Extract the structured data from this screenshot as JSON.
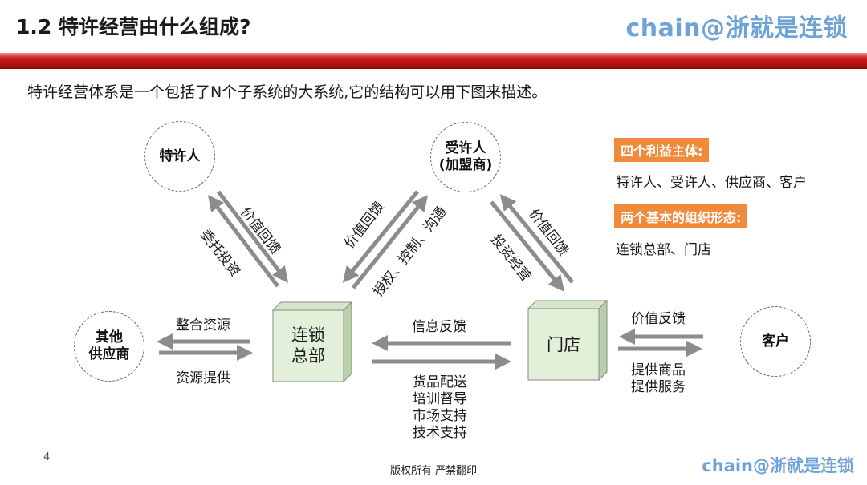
{
  "header": {
    "title": "1.2 特许经营由什么组成?",
    "brand": "chain@浙就是连锁"
  },
  "intro": "特许经营体系是一个包括了N个子系统的大系统,它的结构可以用下图来描述。",
  "diagram": {
    "nodes": {
      "franchisor": "特许人",
      "franchisee_line1": "受许人",
      "franchisee_line2": "(加盟商)",
      "suppliers_line1": "其他",
      "suppliers_line2": "供应商",
      "customers": "客户",
      "hq_line1": "连锁",
      "hq_line2": "总部",
      "store": "门店"
    },
    "edges": {
      "franchisor_value_return": "价值回馈",
      "franchisor_entrust_invest": "委托投资",
      "franchisee_value_return": "价值回馈",
      "franchisee_authorize": "授权、控制、沟通",
      "store_value_return": "价值回馈",
      "store_invest_operate": "投资经营",
      "supplier_integrate": "整合资源",
      "supplier_provide": "资源提供",
      "hq_info_feedback": "信息反馈",
      "hq_support": [
        "货品配送",
        "培训督导",
        "市场支持",
        "技术支持"
      ],
      "customer_value_feedback": "价值反馈",
      "customer_provide": [
        "提供商品",
        "提供服务"
      ]
    },
    "colors": {
      "arrow": "#8c8c8c",
      "box_face": "#e2efd9",
      "box_side": "#c5dbb7",
      "tag_bg": "#f08a3c"
    }
  },
  "side_panel": {
    "tag1": "四个利益主体:",
    "text1": "特许人、受许人、供应商、客户",
    "tag2": "两个基本的组织形态:",
    "text2": "连锁总部、门店"
  },
  "footer": {
    "page_number": "4",
    "copyright": "版权所有  严禁翻印",
    "brand": "chain@浙就是连锁"
  }
}
